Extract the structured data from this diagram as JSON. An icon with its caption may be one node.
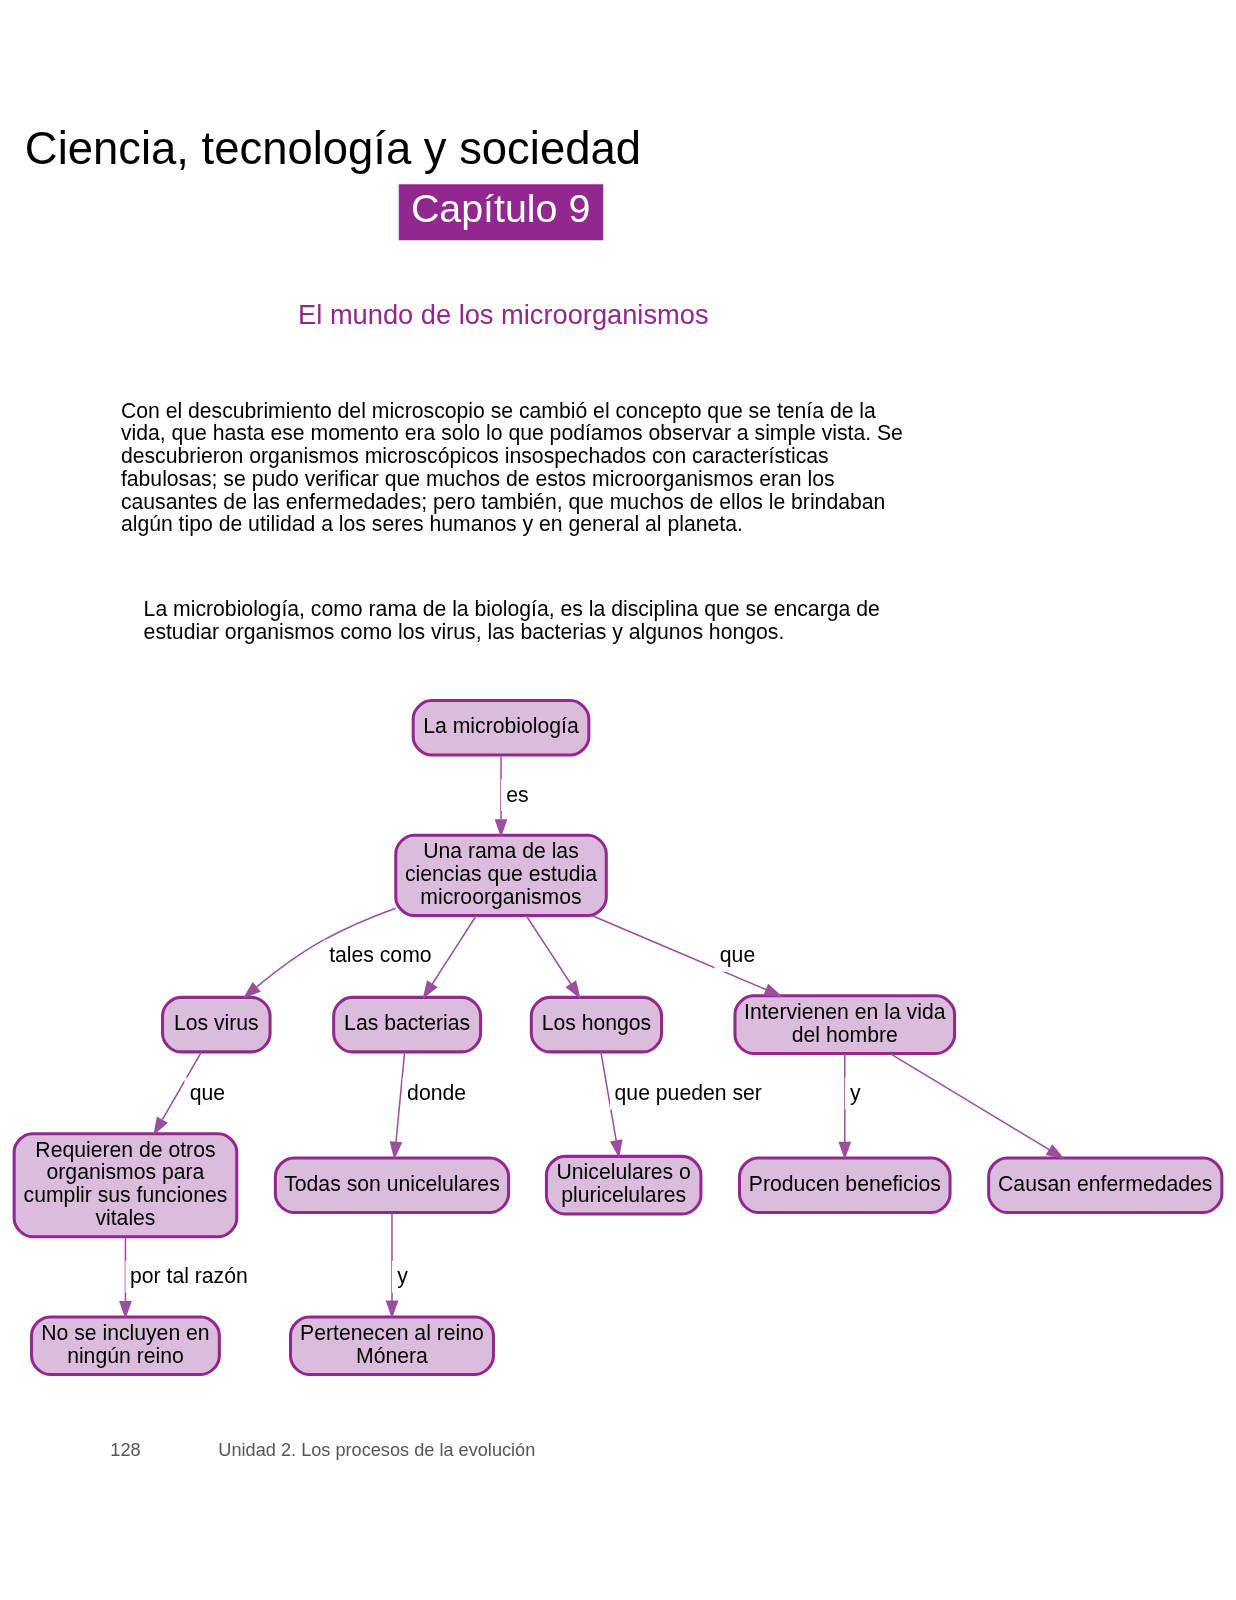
{
  "diagram": {
    "title": "Ciencia, tecnología y sociedad",
    "nodes": [
      {
        "text": [
          "La microbiología"
        ]
      },
      {
        "text": [
          "Una rama de las ciencias que estudia microorganismos"
        ]
      },
      {
        "text": [
          "Los virus"
        ]
      },
      {
        "text": [
          "Las bacterias"
        ]
      },
      {
        "text": [
          "Los hongos"
        ]
      },
      {
        "text": [
          "Intervienen en la vida del hombre"
        ]
      },
      {
        "text": [
          "Requieren de otros organismos para cumplir sus funciones vitales"
        ]
      },
      {
        "text": [
          "Todas son unicelulares"
        ]
      },
      {
        "text": [
          "Unicelulares o pluricelulares"
        ]
      },
      {
        "text": [
          "Producen beneficios"
        ]
      },
      {
        "text": [
          "Causan enfermedades"
        ]
      },
      {
        "text": [
          "No se incluyen en ningún reino"
        ]
      },
      {
        "text": [
          "Pertenecen al reino Mónera"
        ]
      }
    ],
    "edges": [
      {
        "from": 0,
        "to": 1,
        "arrow": "to",
        "label": "es"
      },
      {
        "from": 1,
        "to": 2,
        "arrow": "to",
        "label": "tales como"
      },
      {
        "from": 1,
        "to": 3,
        "arrow": "to"
      },
      {
        "from": 1,
        "to": 4,
        "arrow": "to"
      },
      {
        "from": 1,
        "to": 5,
        "arrow": "to",
        "label": "que"
      },
      {
        "from": 2,
        "to": 6,
        "arrow": "to",
        "label": "que"
      },
      {
        "from": 3,
        "to": 7,
        "arrow": "to",
        "label": "donde"
      },
      {
        "from": 4,
        "to": 8,
        "arrow": "to",
        "label": "que pueden ser"
      },
      {
        "from": 5,
        "to": 9,
        "arrow": "to",
        "label": "y"
      },
      {
        "from": 5,
        "to": 10,
        "arrow": "to"
      },
      {
        "from": 6,
        "to": 11,
        "arrow": "to",
        "label": "por tal razón"
      },
      {
        "from": 7,
        "to": 12,
        "arrow": "to",
        "label": "y"
      }
    ],
    "labels": [
      "Capítulo 9",
      "El mundo de los microorganismos",
      "Con el descubrimiento del microscopio se cambió el concepto que se tenía de la vida, que hasta ese momento era solo lo que podíamos observar a simple vista. Se descubrieron organismos microscópicos insospechados con características fabulosas; se pudo verificar que muchos de estos microorganismos eran los causantes de las enfermedades; pero también, que muchos de ellos le brindaban algún tipo de utilidad a los seres humanos y en general al planeta.",
      "La microbiología, como rama de la biología, es la disciplina que se encarga de estudiar organismos como los virus, las bacterias y algunos hongos.",
      "128",
      "Unidad 2. Los procesos de la evolución"
    ]
  }
}
